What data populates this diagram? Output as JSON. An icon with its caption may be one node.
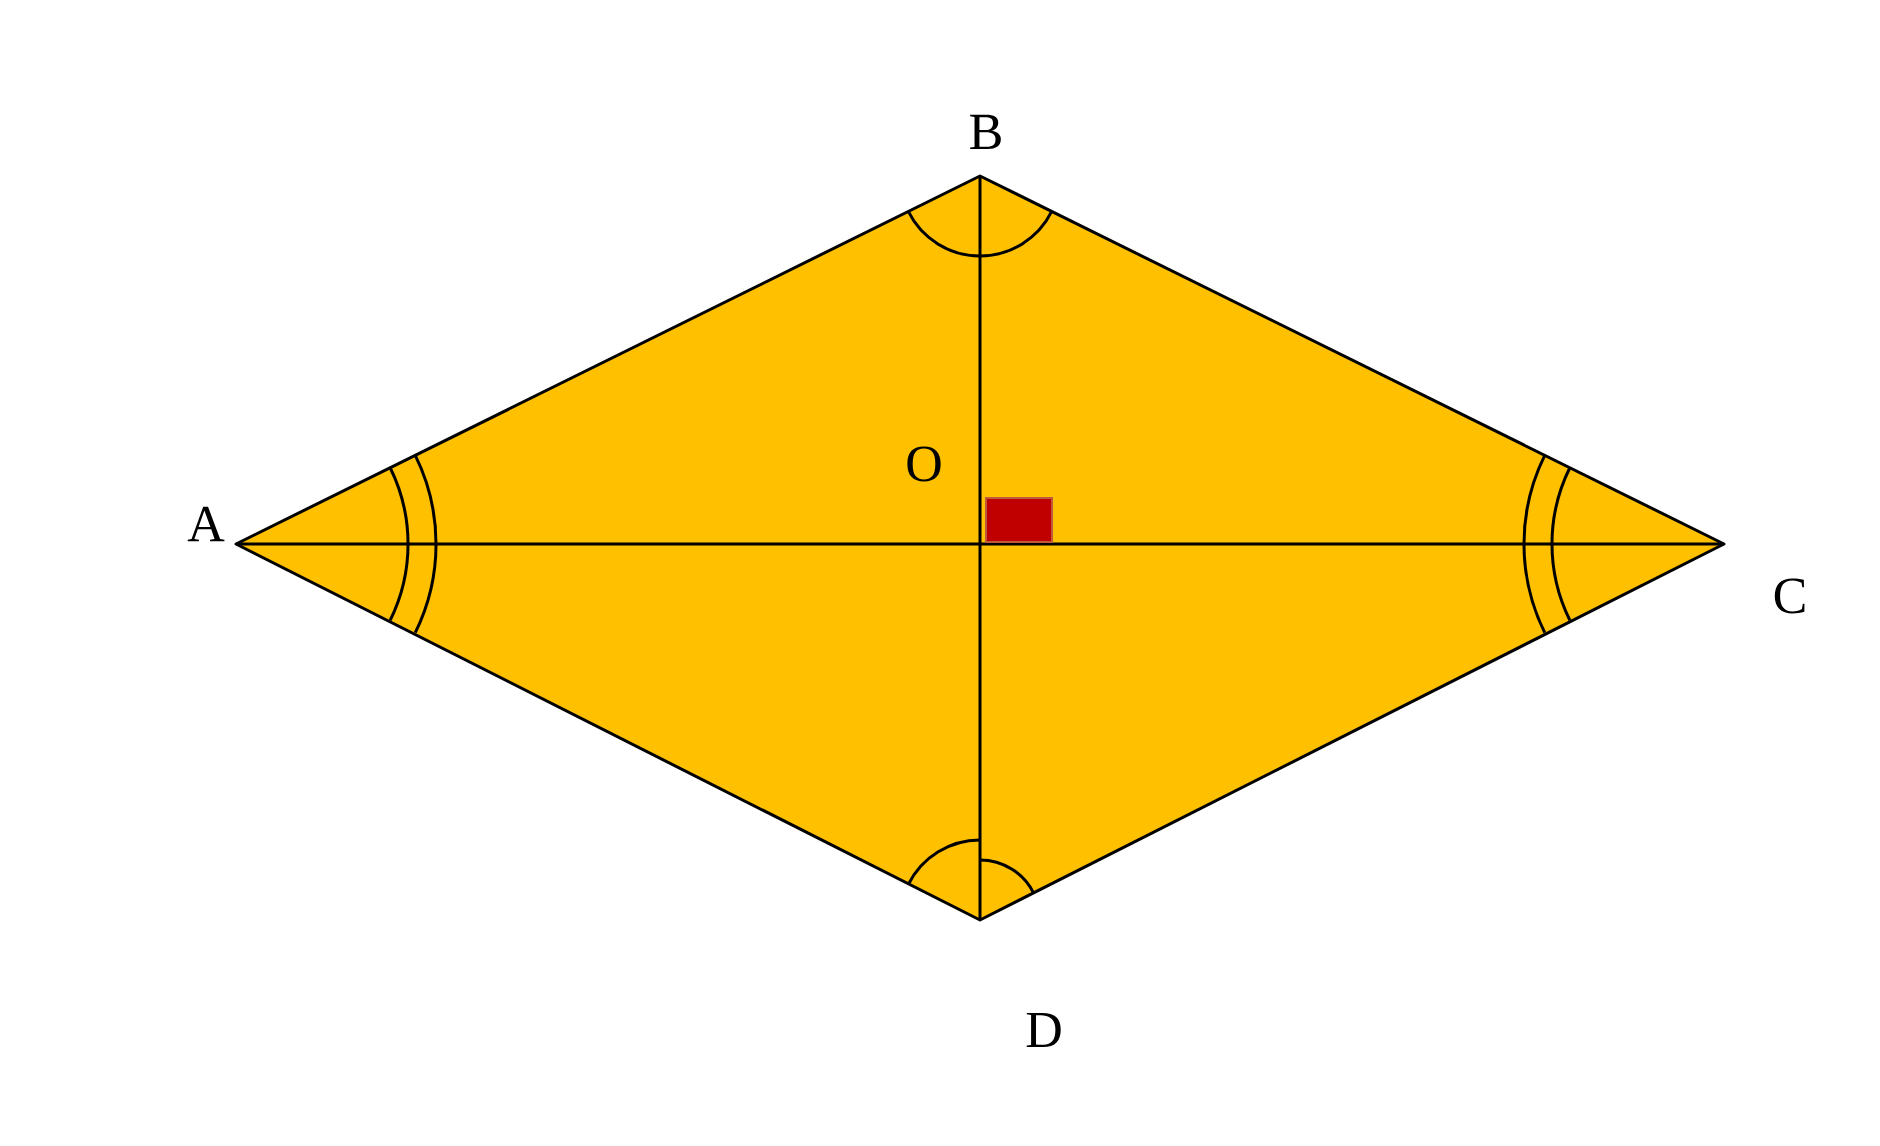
{
  "diagram": {
    "labels": [
      "B",
      "O",
      "A",
      "C",
      "D"
    ]
  }
}
